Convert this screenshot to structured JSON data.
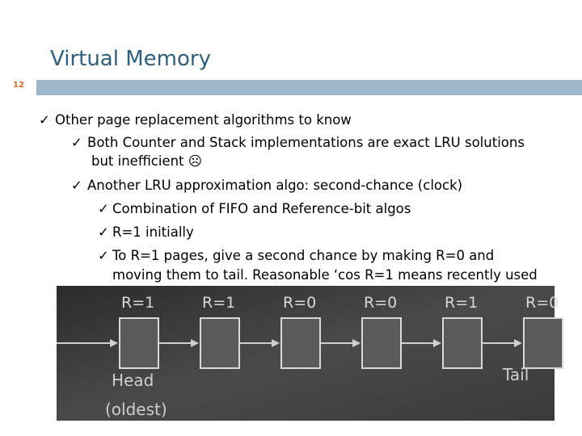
{
  "slide": {
    "title": "Virtual Memory",
    "number": "12"
  },
  "bullets": [
    {
      "level": 1,
      "text": "Other page replacement algorithms to know"
    },
    {
      "level": 2,
      "text": "Both Counter and Stack implementations are exact LRU solutions"
    },
    {
      "level": 2,
      "text": "but inefficient ☹",
      "continuation": true
    },
    {
      "level": 2,
      "text": "Another LRU approximation algo: second-chance (clock)"
    },
    {
      "level": 3,
      "text": "Combination of FIFO and Reference-bit algos"
    },
    {
      "level": 3,
      "text": "R=1 initially"
    },
    {
      "level": 3,
      "text": "To R=1 pages, give a second chance by making R=0 and"
    },
    {
      "level": 3,
      "text": "moving them to tail. Reasonable ‘cos R=1 means recently used",
      "continuation": true
    }
  ],
  "check_glyph": "✓",
  "diagram": {
    "nodes": [
      {
        "label": "R=1"
      },
      {
        "label": "R=1"
      },
      {
        "label": "R=0"
      },
      {
        "label": "R=0"
      },
      {
        "label": "R=1"
      },
      {
        "label": "R=0"
      }
    ],
    "head_label": "Head",
    "oldest_label": "(oldest)",
    "tail_label": "Tail"
  },
  "colors": {
    "title": "#2e5f7c",
    "rule": "#9fb6c8",
    "slide_number": "#d86a2a",
    "photo_bg": "#3a3a3a"
  }
}
